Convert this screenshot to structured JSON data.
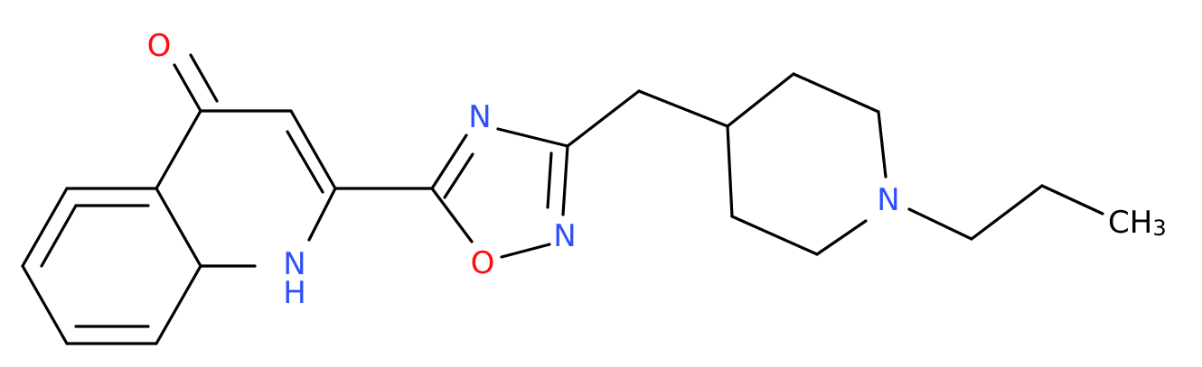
{
  "atoms": {
    "carbonyl_oxygen": {
      "text": "O",
      "color": "#ff0d0d"
    },
    "ring_nh": {
      "text": "H",
      "color": "#3050f8"
    },
    "ring_nh_n": {
      "text": "N",
      "color": "#3050f8"
    },
    "oxadiazole_n4": {
      "text": "N",
      "color": "#3050f8"
    },
    "oxadiazole_o1": {
      "text": "O",
      "color": "#ff0d0d"
    },
    "oxadiazole_n2": {
      "text": "N",
      "color": "#3050f8"
    },
    "piperidine_n": {
      "text": "N",
      "color": "#3050f8"
    },
    "methyl_c": {
      "text": "CH",
      "color": "#000000"
    },
    "methyl_sub": {
      "text": "3",
      "color": "#000000"
    }
  }
}
